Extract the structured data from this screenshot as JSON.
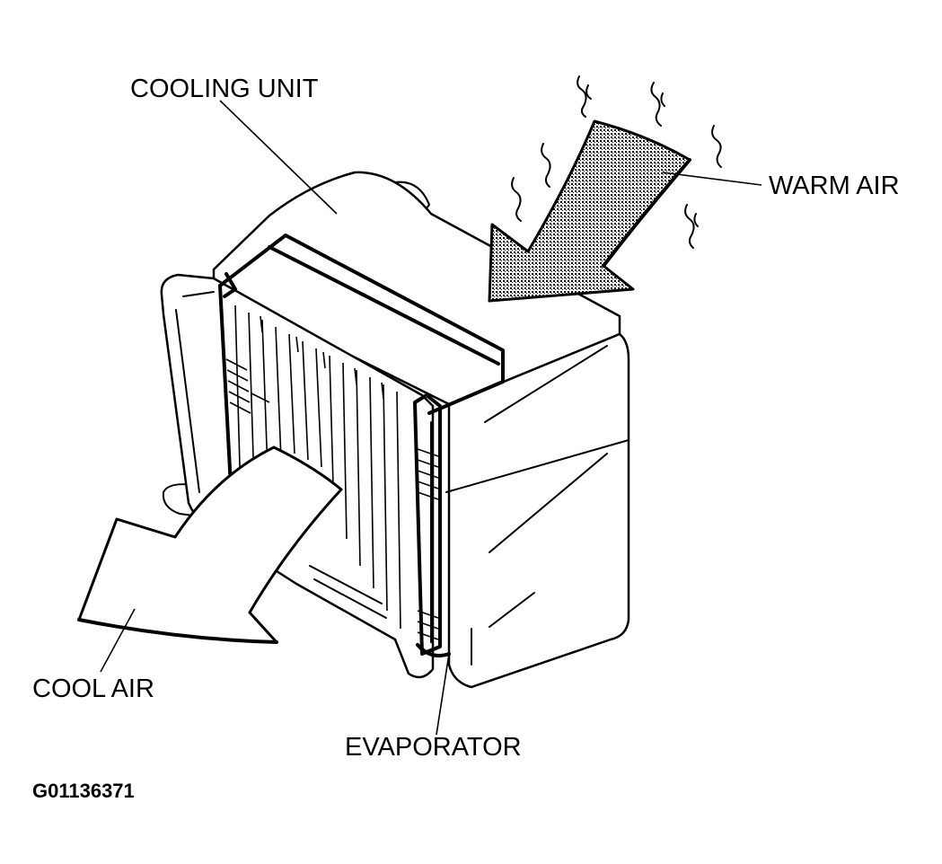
{
  "labels": {
    "cooling_unit": "COOLING UNIT",
    "warm_air": "WARM AIR",
    "cool_air": "COOL AIR",
    "evaporator": "EVAPORATOR",
    "figure_code": "G01136371"
  },
  "colors": {
    "line": "#000000",
    "background": "#ffffff",
    "warm_arrow_fill": "#9a9a9a"
  }
}
